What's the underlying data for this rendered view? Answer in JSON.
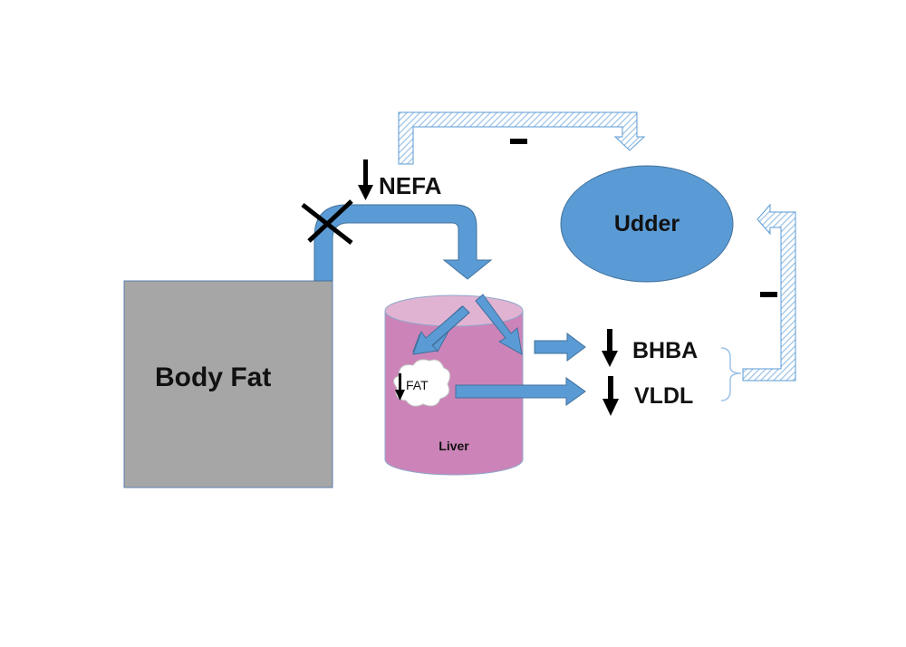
{
  "labels": {
    "body_fat": "Body Fat",
    "nefa": "NEFA",
    "udder": "Udder",
    "liver": "Liver",
    "fat": "FAT",
    "bhba": "BHBA",
    "vldl": "VLDL",
    "minus_top": "-",
    "minus_right": "-"
  },
  "colors": {
    "body_fat_fill": "#a6a6a6",
    "body_fat_stroke": "#5b7fb0",
    "pipe": "#5b9bd5",
    "pipe_stroke": "#41719c",
    "udder_fill": "#5b9bd5",
    "liver_body": "#cc84b8",
    "liver_top": "#e1b3d3",
    "liver_stroke": "#8fa7c9",
    "feedback_hatch": "#9dc3e6",
    "feedback_stroke": "#5b9bd5",
    "decrease_arrow": "#000000"
  },
  "icons": {
    "nefa_indicator": "down-arrow-icon",
    "fat_indicator": "down-arrow-icon",
    "bhba_indicator": "down-arrow-icon",
    "vldl_indicator": "down-arrow-icon",
    "blocked_flow": "x-cross-icon",
    "fat_shape": "cloud-icon"
  }
}
